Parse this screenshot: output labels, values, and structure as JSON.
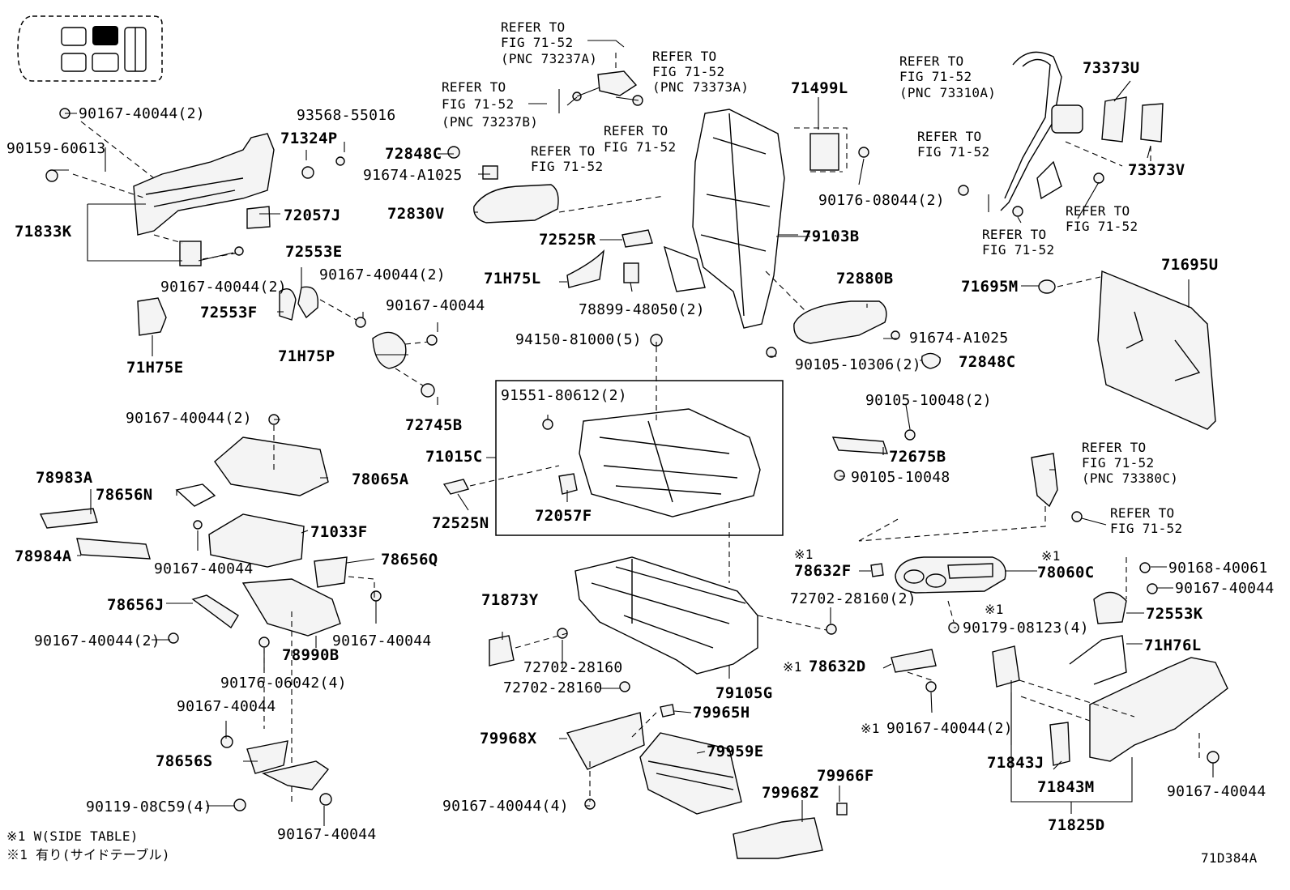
{
  "diagram_id": "71D384A",
  "footnotes": [
    "※1 W(SIDE TABLE)",
    "※1 有り(サイドテーブル)"
  ],
  "labels": {
    "l01": "90167-40044(2)",
    "l02": "90159-60613",
    "l03": "93568-55016",
    "l04": "71324P",
    "l05": "71833K",
    "l06": "72057J",
    "l07": "90167-40044(2)",
    "l08": "72553E",
    "l09": "90167-40044(2)",
    "l10": "72553F",
    "l11": "90167-40044",
    "l12": "71H75E",
    "l13": "71H75P",
    "l14": "72745B",
    "l15": "REFER TO",
    "l16": "FIG 71-52",
    "l17": "(PNC 73237A)",
    "l18": "REFER TO",
    "l19": "FIG 71-52",
    "l20": "(PNC 73237B)",
    "l21": "REFER TO",
    "l22": "FIG 71-52",
    "l23": "(PNC 73373A)",
    "l24": "REFER TO",
    "l25": "FIG 71-52",
    "l26": "REFER TO",
    "l27": "FIG 71-52",
    "l28": "72848C",
    "l29": "91674-A1025",
    "l30": "72830V",
    "l31": "71499L",
    "l32": "90176-08044(2)",
    "l33": "79103B",
    "l34": "72525R",
    "l35": "71H75L",
    "l36": "78899-48050(2)",
    "l37": "72880B",
    "l38": "91674-A1025",
    "l39": "90105-10306(2)",
    "l40": "72848C",
    "l41": "94150-81000(5)",
    "l42": "91551-80612(2)",
    "l43": "71015C",
    "l44": "72525N",
    "l45": "72057F",
    "l46": "REFER TO",
    "l47": "FIG 71-52",
    "l48": "(PNC 73310A)",
    "l49": "73373U",
    "l50": "REFER TO",
    "l51": "FIG 71-52",
    "l52": "73373V",
    "l53": "REFER TO",
    "l54": "FIG 71-52",
    "l55": "REFER TO",
    "l56": "FIG 71-52",
    "l57": "71695U",
    "l58": "71695M",
    "l59": "90105-10048(2)",
    "l60": "72675B",
    "l61": "90105-10048",
    "l62": "REFER TO",
    "l63": "FIG 71-52",
    "l64": "(PNC 73380C)",
    "l65": "REFER TO",
    "l66": "FIG 71-52",
    "l67": "90167-40044(2)",
    "l68": "78065A",
    "l69": "78983A",
    "l70": "78656N",
    "l71": "71033F",
    "l72": "78984A",
    "l73": "90167-40044",
    "l74": "78656Q",
    "l75": "78656J",
    "l76": "90167-40044(2)",
    "l77": "90167-40044",
    "l78": "78990B",
    "l79": "90176-06042(4)",
    "l80": "90167-40044",
    "l81": "78656S",
    "l82": "90119-08C59(4)",
    "l83": "90167-40044",
    "l84": "71873Y",
    "l85": "72702-28160",
    "l86": "72702-28160",
    "l87": "79105G",
    "l88": "※1",
    "l89": "78632F",
    "l90": "72702-28160(2)",
    "l91": "※1",
    "l92": "78060C",
    "l93": "※1",
    "l94": "90179-08123(4)",
    "l95": "※1",
    "l96": "78632D",
    "l97": "※1",
    "l98": "90167-40044(2)",
    "l99": "90168-40061",
    "l100": "90167-40044",
    "l101": "72553K",
    "l102": "71H76L",
    "l103": "71843J",
    "l104": "71843M",
    "l105": "71825D",
    "l106": "90167-40044",
    "l107": "79965H",
    "l108": "79968X",
    "l109": "79959E",
    "l110": "79966F",
    "l111": "79968Z",
    "l112": "90167-40044(4)"
  }
}
